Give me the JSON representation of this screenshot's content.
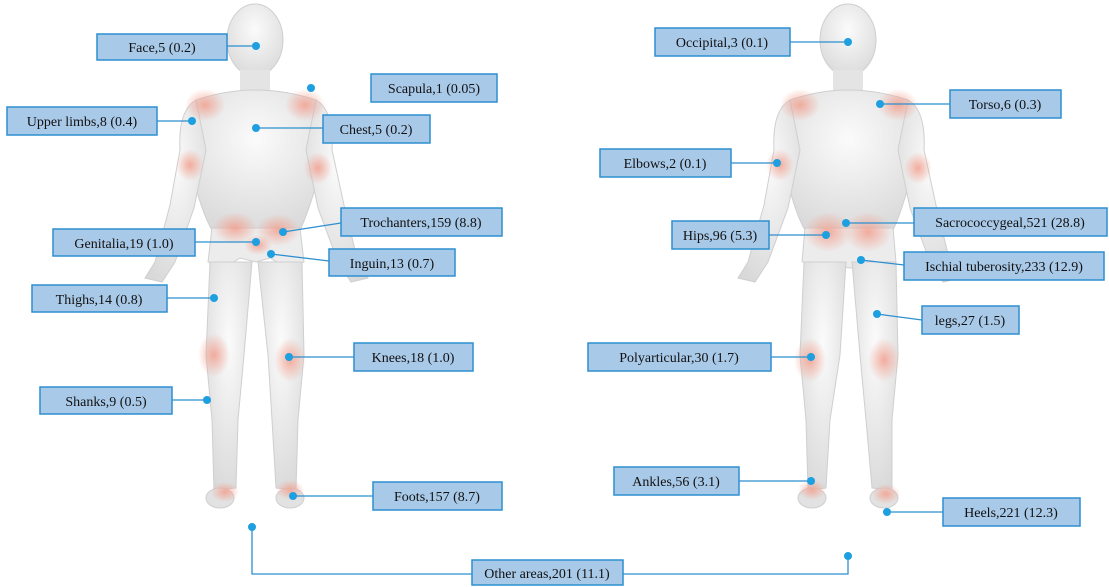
{
  "labels": {
    "face": "Face,5 (0.2)",
    "scapula": "Scapula,1 (0.05)",
    "upper_limbs": "Upper limbs,8 (0.4)",
    "chest": "Chest,5 (0.2)",
    "trochanters": "Trochanters,159 (8.8)",
    "genitalia": "Genitalia,19 (1.0)",
    "inguin": "Inguin,13 (0.7)",
    "thighs": "Thighs,14 (0.8)",
    "knees": "Knees,18 (1.0)",
    "shanks": "Shanks,9 (0.5)",
    "foots": "Foots,157 (8.7)",
    "occipital": "Occipital,3 (0.1)",
    "torso": "Torso,6 (0.3)",
    "elbows": "Elbows,2 (0.1)",
    "sacrococcygeal": "Sacrococcygeal,521 (28.8)",
    "hips": "Hips,96 (5.3)",
    "ischial_tuberosity": "Ischial tuberosity,233 (12.9)",
    "legs": "legs,27 (1.5)",
    "polyarticular": "Polyarticular,30 (1.7)",
    "ankles": "Ankles,56 (3.1)",
    "heels": "Heels,221 (12.3)",
    "other_areas": "Other areas,201 (11.1)"
  },
  "colors": {
    "box_fill": "#a9c9e8",
    "box_border": "#2d8fd0",
    "marker": "#1e9fe0",
    "hotspot": "#f4a69a",
    "body": "#e6e6e6"
  }
}
